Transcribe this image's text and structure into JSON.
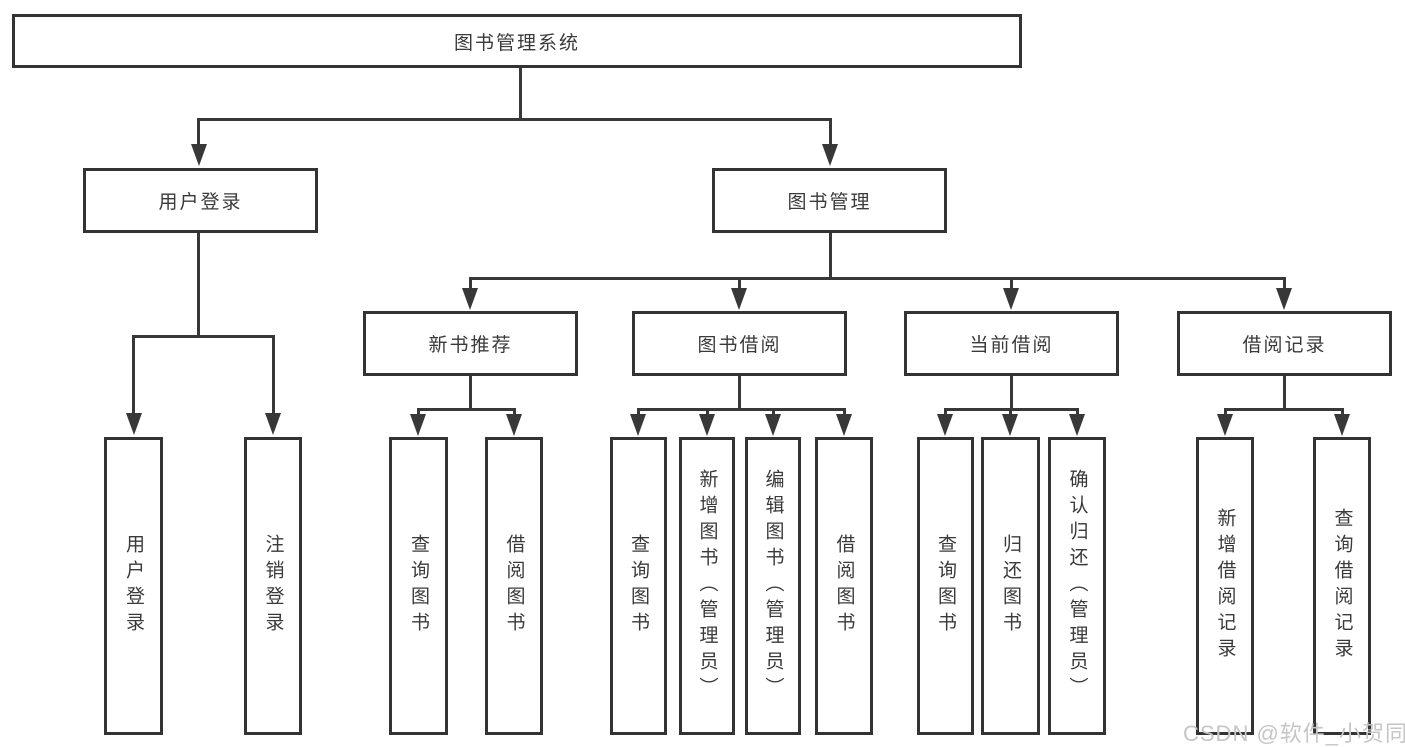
{
  "diagram_title": "图书管理系统",
  "nodes": {
    "root": "图书管理系统",
    "l2": [
      "用户登录",
      "图书管理"
    ],
    "l3": [
      "新书推荐",
      "图书借阅",
      "当前借阅",
      "借阅记录"
    ],
    "leaves_user": [
      "用户登录",
      "注销登录"
    ],
    "leaves_new": [
      "查询图书",
      "借阅图书"
    ],
    "leaves_borrow": [
      "查询图书",
      "新增图书（管理员）",
      "编辑图书（管理员）",
      "借阅图书"
    ],
    "leaves_current": [
      "查询图书",
      "归还图书",
      "确认归还（管理员）"
    ],
    "leaves_record": [
      "新增借阅记录",
      "查询借阅记录"
    ]
  },
  "tree": {
    "root": "图书管理系统",
    "children": [
      {
        "label": "用户登录",
        "children": [
          "用户登录",
          "注销登录"
        ]
      },
      {
        "label": "图书管理",
        "children": [
          {
            "label": "新书推荐",
            "children": [
              "查询图书",
              "借阅图书"
            ]
          },
          {
            "label": "图书借阅",
            "children": [
              "查询图书",
              "新增图书（管理员）",
              "编辑图书（管理员）",
              "借阅图书"
            ]
          },
          {
            "label": "当前借阅",
            "children": [
              "查询图书",
              "归还图书",
              "确认归还（管理员）"
            ]
          },
          {
            "label": "借阅记录",
            "children": [
              "新增借阅记录",
              "查询借阅记录"
            ]
          }
        ]
      }
    ]
  },
  "watermark": {
    "text": "CSDN @软件_小贺同学",
    "color": "#c6c6c6"
  },
  "colors": {
    "line": "#383838",
    "box_border": "#333333",
    "text": "#3a3a3a",
    "background": "#ffffff"
  }
}
